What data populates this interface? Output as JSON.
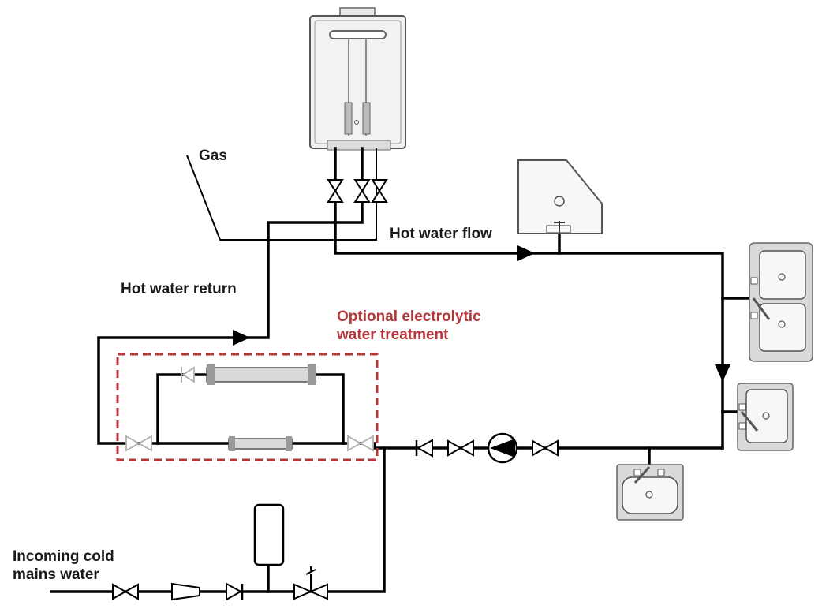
{
  "labels": {
    "gas": "Gas",
    "hot_water_flow": "Hot water flow",
    "hot_water_return": "Hot water return",
    "optional_treatment": [
      "Optional electrolytic",
      "water treatment"
    ],
    "incoming_cold": [
      "Incoming cold",
      "mains water"
    ]
  },
  "colors": {
    "pipe": "#000000",
    "treatment_box": "#b5373b",
    "appliance_fill": "#d9d9d9",
    "heater_body": "#f2f2f2"
  },
  "icons": [
    "water-heater-icon",
    "shower-tray-icon",
    "double-sink-icon",
    "single-sink-icon",
    "basin-icon",
    "pump-icon",
    "expansion-vessel-icon",
    "pressure-reducing-valve-icon",
    "check-valve-icon",
    "isolation-valve-icon",
    "filter-cartridge-icon"
  ]
}
